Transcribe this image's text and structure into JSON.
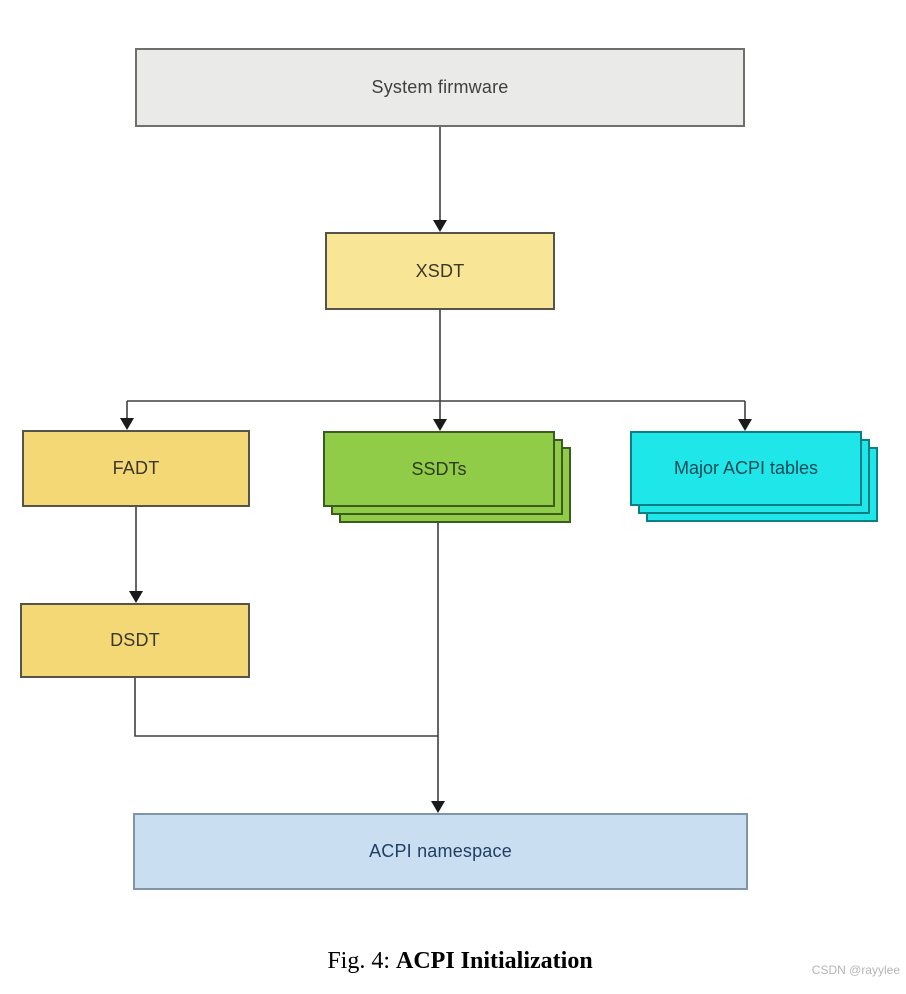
{
  "figure": {
    "caption_prefix": "Fig. 4:",
    "caption_title": "ACPI Initialization",
    "watermark": "CSDN @rayylee"
  },
  "diagram": {
    "type": "flowchart",
    "title": "ACPI Initialization",
    "background": "#ffffff",
    "connector_color": "#404040",
    "arrowhead_color": "#1a1a1a",
    "nodes": [
      {
        "id": "system-firmware",
        "label": "System firmware",
        "shape": "rect",
        "fill": "#eaeae9",
        "border": "#6f6f6f",
        "text_color": "#3f3f3f"
      },
      {
        "id": "xsdt",
        "label": "XSDT",
        "shape": "rect",
        "fill": "#f8e596",
        "border": "#55544a",
        "text_color": "#3b372a"
      },
      {
        "id": "fadt",
        "label": "FADT",
        "shape": "rect",
        "fill": "#f4d876",
        "border": "#55544a",
        "text_color": "#3b372a"
      },
      {
        "id": "ssdts",
        "label": "SSDTs",
        "shape": "stacked-rect",
        "stack_count": 3,
        "fill": "#90cc47",
        "border": "#3a5c1e",
        "text_color": "#2f3b1a"
      },
      {
        "id": "major-acpi-tables",
        "label": "Major ACPI tables",
        "shape": "stacked-rect",
        "stack_count": 3,
        "fill": "#1fe6e8",
        "border": "#0c7f86",
        "text_color": "#134a56"
      },
      {
        "id": "dsdt",
        "label": "DSDT",
        "shape": "rect",
        "fill": "#f4d876",
        "border": "#55544a",
        "text_color": "#3b372a"
      },
      {
        "id": "acpi-namespace",
        "label": "ACPI namespace",
        "shape": "rect",
        "fill": "#cadef1",
        "border": "#8096a8",
        "text_color": "#1f3f63"
      }
    ],
    "edges": [
      {
        "from": "system-firmware",
        "to": "xsdt",
        "arrow": true
      },
      {
        "from": "xsdt",
        "to": "fadt",
        "arrow": true
      },
      {
        "from": "xsdt",
        "to": "ssdts",
        "arrow": true
      },
      {
        "from": "xsdt",
        "to": "major-acpi-tables",
        "arrow": true
      },
      {
        "from": "fadt",
        "to": "dsdt",
        "arrow": true
      },
      {
        "from": "dsdt",
        "to": "acpi-namespace",
        "arrow": true,
        "note": "merges into ssdts-to-acpi-namespace line"
      },
      {
        "from": "ssdts",
        "to": "acpi-namespace",
        "arrow": true
      }
    ]
  }
}
